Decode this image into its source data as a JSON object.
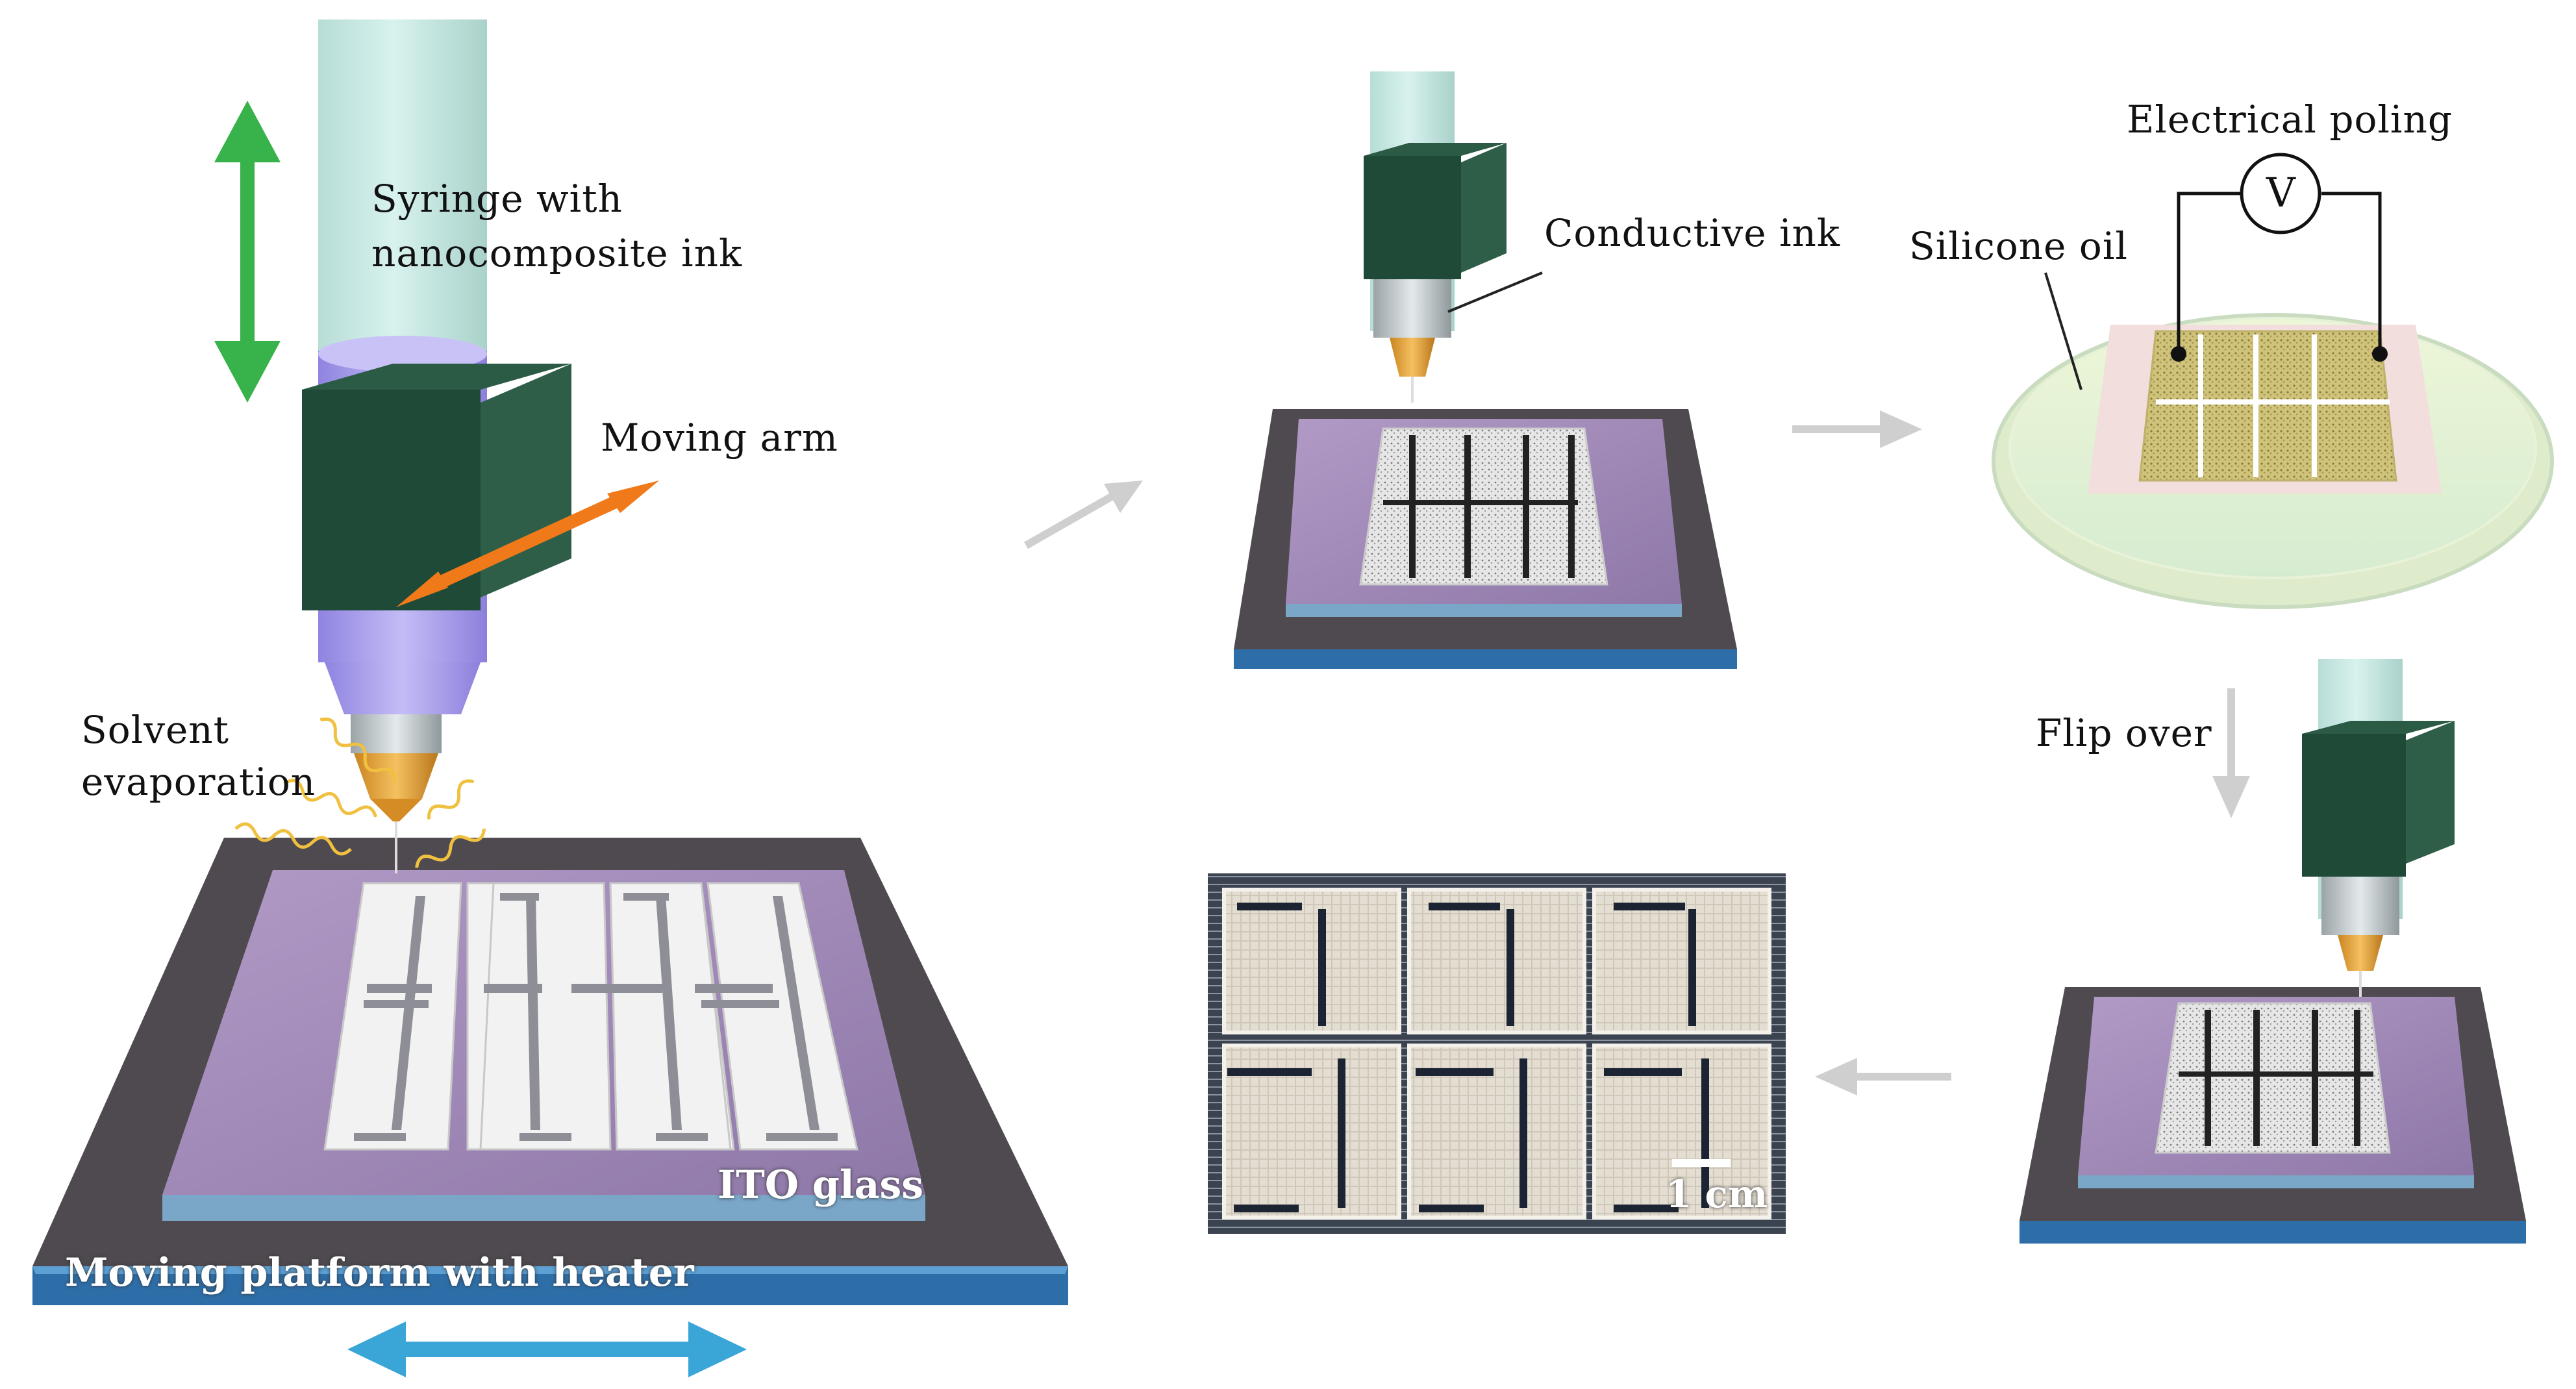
{
  "labels": {
    "syringe": "Syringe with\nnanocomposite ink",
    "syringe_line1": "Syringe with",
    "syringe_line2": "nanocomposite ink",
    "moving_arm": "Moving arm",
    "solvent_line1": "Solvent",
    "solvent_line2": "evaporation",
    "ito_glass": "ITO glass",
    "platform": "Moving platform with heater",
    "conductive_ink": "Conductive ink",
    "electrical_poling": "Electrical poling",
    "voltmeter": "V",
    "silicone_oil": "Silicone oil",
    "flip_over": "Flip over",
    "scale_bar": "1 cm"
  },
  "colors": {
    "platform_top": "#4f4a4f",
    "platform_edge": "#2e6ea8",
    "ito": "#9b82b0",
    "ito_edge": "#7aa6c8",
    "syringe_glass": "#c6e8e2",
    "ink_purple": "#a89ce8",
    "holder_green": "#1f4a38",
    "green_arrow": "#38b24a",
    "orange_arrow": "#f07a1a",
    "blue_arrow": "#3aa6d8",
    "gray_arrow": "#c8c8c8",
    "nozzle_gold": "#e0a040"
  },
  "icons": {
    "vertical_motion": "double-arrow-vertical",
    "arm_motion": "double-arrow-diagonal",
    "platform_motion": "double-arrow-horizontal",
    "process_flow": "arrow-right"
  }
}
